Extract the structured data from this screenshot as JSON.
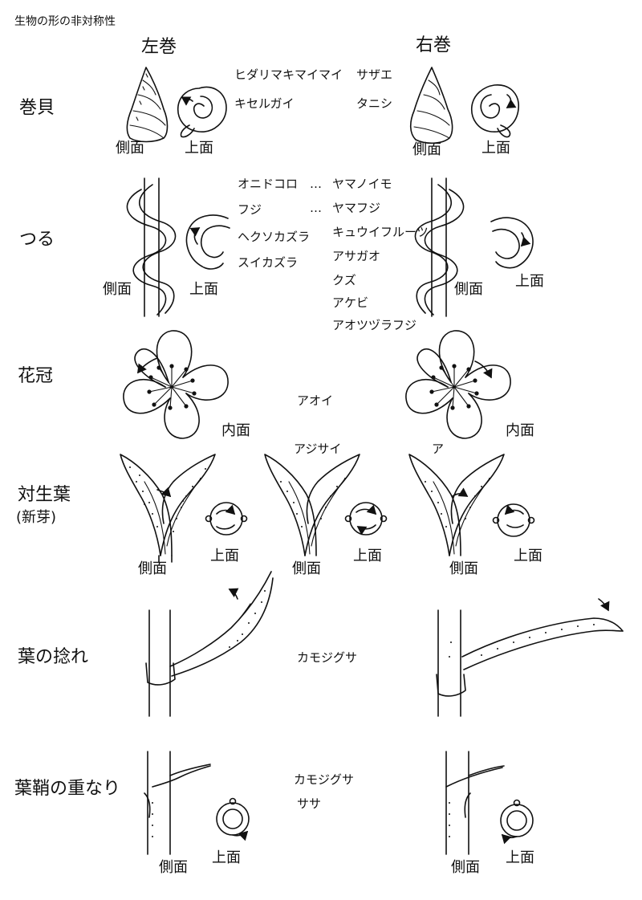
{
  "title": "生物の形の非対称性",
  "columns": {
    "left": "左巻",
    "right": "右巻"
  },
  "rows": {
    "shell": {
      "label": "巻貝",
      "left_species": [
        "ヒダリマキマイマイ",
        "キセルガイ"
      ],
      "right_species": [
        "サザエ",
        "タニシ"
      ],
      "left_side_label": "側面",
      "left_top_label": "上面",
      "right_side_label": "側面",
      "right_top_label": "上面"
    },
    "vine": {
      "label": "つる",
      "left_species": [
        "オニドコロ",
        "フジ",
        "ヘクソカズラ",
        "スイカズラ"
      ],
      "right_species": [
        "ヤマノイモ",
        "ヤマフジ",
        "キュウイフルーツ",
        "アサガオ",
        "クズ",
        "アケビ",
        "アオツヅラフジ"
      ],
      "dots1": "…",
      "dots2": "…",
      "left_side_label": "側面",
      "left_top_label": "上面",
      "right_side_label": "側面",
      "right_top_label": "上面"
    },
    "corolla": {
      "label": "花冠",
      "center_species": "アオイ",
      "left_inner_label": "内面",
      "right_inner_label": "内面"
    },
    "opposite_leaves": {
      "label": "対生葉",
      "sublabel": "(新芽)",
      "center_species": "アジサイ",
      "right_species": "ア",
      "left_side_label": "側面",
      "left_top_label": "上面",
      "center_side_label": "側面",
      "center_top_label": "上面",
      "right_side_label": "側面",
      "right_top_label": "上面"
    },
    "leaf_twist": {
      "label": "葉の捻れ",
      "center_species": "カモジグサ"
    },
    "sheath": {
      "label": "葉鞘の重なり",
      "center_species": [
        "カモジグサ",
        "ササ"
      ],
      "left_side_label": "側面",
      "left_top_label": "上面",
      "right_side_label": "側面",
      "right_top_label": "上面"
    }
  },
  "colors": {
    "ink": "#111111",
    "paper": "#ffffff"
  }
}
